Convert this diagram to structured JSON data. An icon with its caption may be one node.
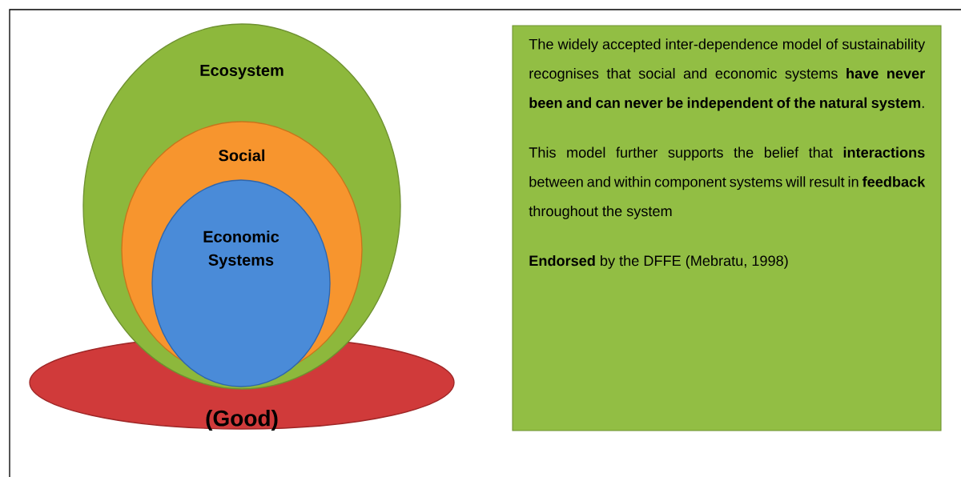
{
  "diagram": {
    "nodes": [
      {
        "text": [
          "Ecosystem"
        ]
      },
      {
        "text": [
          "Social"
        ],
        "in": 0
      },
      {
        "text": [
          "Economic Systems"
        ],
        "in": 1
      },
      {
        "text": [
          "(Good)"
        ]
      },
      {
        "text": [
          "The widely accepted inter-dependence model of sustainability recognises that social and economic systems **have never been and can never be independent of the natural system**.",
          "This model further supports the belief that **interactions** between and within component systems will result in **feedback** throughout the system",
          "**Endorsed** by the DFFE (Mebratu, 1998)"
        ]
      }
    ]
  }
}
